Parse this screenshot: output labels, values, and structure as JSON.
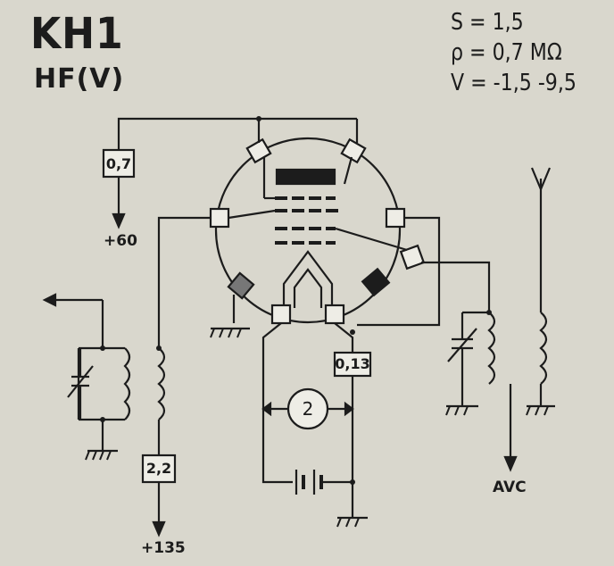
{
  "title": "KH1",
  "subtitle": "HF(V)",
  "params": [
    "S = 1,5",
    "ρ = 0,7 MΩ",
    "V = -1,5 -9,5"
  ],
  "resistors": {
    "screen": "0,7",
    "cathode": "0,13",
    "anode": "2,2"
  },
  "meter_label": "2",
  "supplies": {
    "screen": "+60",
    "anode": "+135",
    "avc": "AVC"
  }
}
